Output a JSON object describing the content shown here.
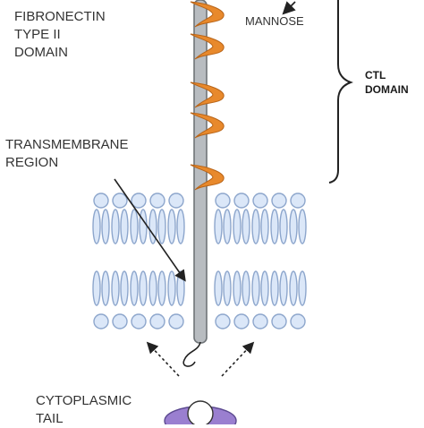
{
  "labels": {
    "fibronectin": [
      "FIBRONECTIN",
      "TYPE II",
      "DOMAIN"
    ],
    "mannose": "MANNOSE",
    "ctl_domain": [
      "CTL",
      "DOMAIN"
    ],
    "transmembrane": [
      "TRANSMEMBRANE",
      "REGION"
    ],
    "cytoplasmic": [
      "CYTOPLASMIC",
      "TAIL"
    ]
  },
  "colors": {
    "crd": "#e8892c",
    "stalk": "#b8bcc0",
    "lipid_fill": "#dbe7f8",
    "lipid_stroke": "#8da6cc",
    "text": "#333333",
    "cytoplasmic_partner": "#9a7fd0"
  }
}
